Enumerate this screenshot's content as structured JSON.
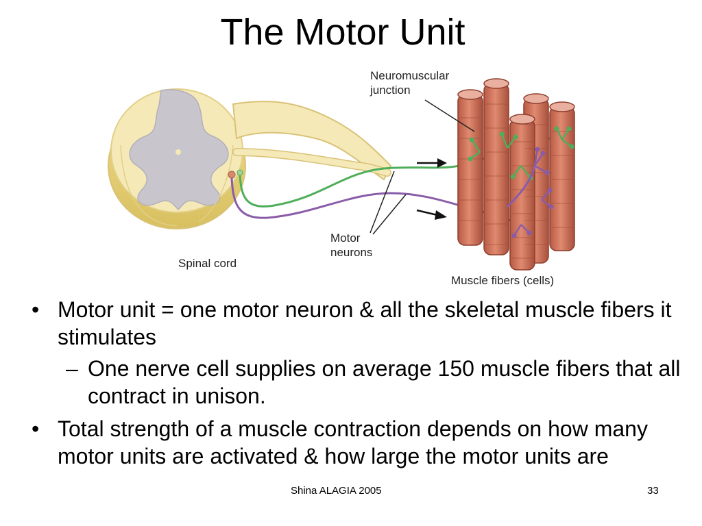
{
  "slide": {
    "title": "The Motor Unit"
  },
  "diagram": {
    "labels": {
      "neuromuscular_junction_line1": "Neuromuscular",
      "neuromuscular_junction_line2": "junction",
      "motor_neurons_line1": "Motor",
      "motor_neurons_line2": "neurons",
      "spinal_cord": "Spinal cord",
      "muscle_fibers": "Muscle fibers (cells)"
    },
    "colors": {
      "spinal_white_matter": "#f5e9b8",
      "spinal_gray_matter": "#c9c5cd",
      "green_neuron": "#4fae5a",
      "purple_neuron": "#8a5ca8",
      "muscle_fiber": "#cf6f56"
    }
  },
  "bullets": [
    {
      "text": "Motor unit = one motor neuron & all the skeletal muscle fibers it stimulates",
      "sub": [
        "One nerve cell supplies on average 150 muscle fibers that all contract in unison."
      ]
    },
    {
      "text": "Total strength of a muscle contraction depends on how many motor units are activated & how large the motor units are",
      "sub": []
    }
  ],
  "footer": {
    "author": "Shina ALAGIA 2005",
    "page": "33"
  }
}
